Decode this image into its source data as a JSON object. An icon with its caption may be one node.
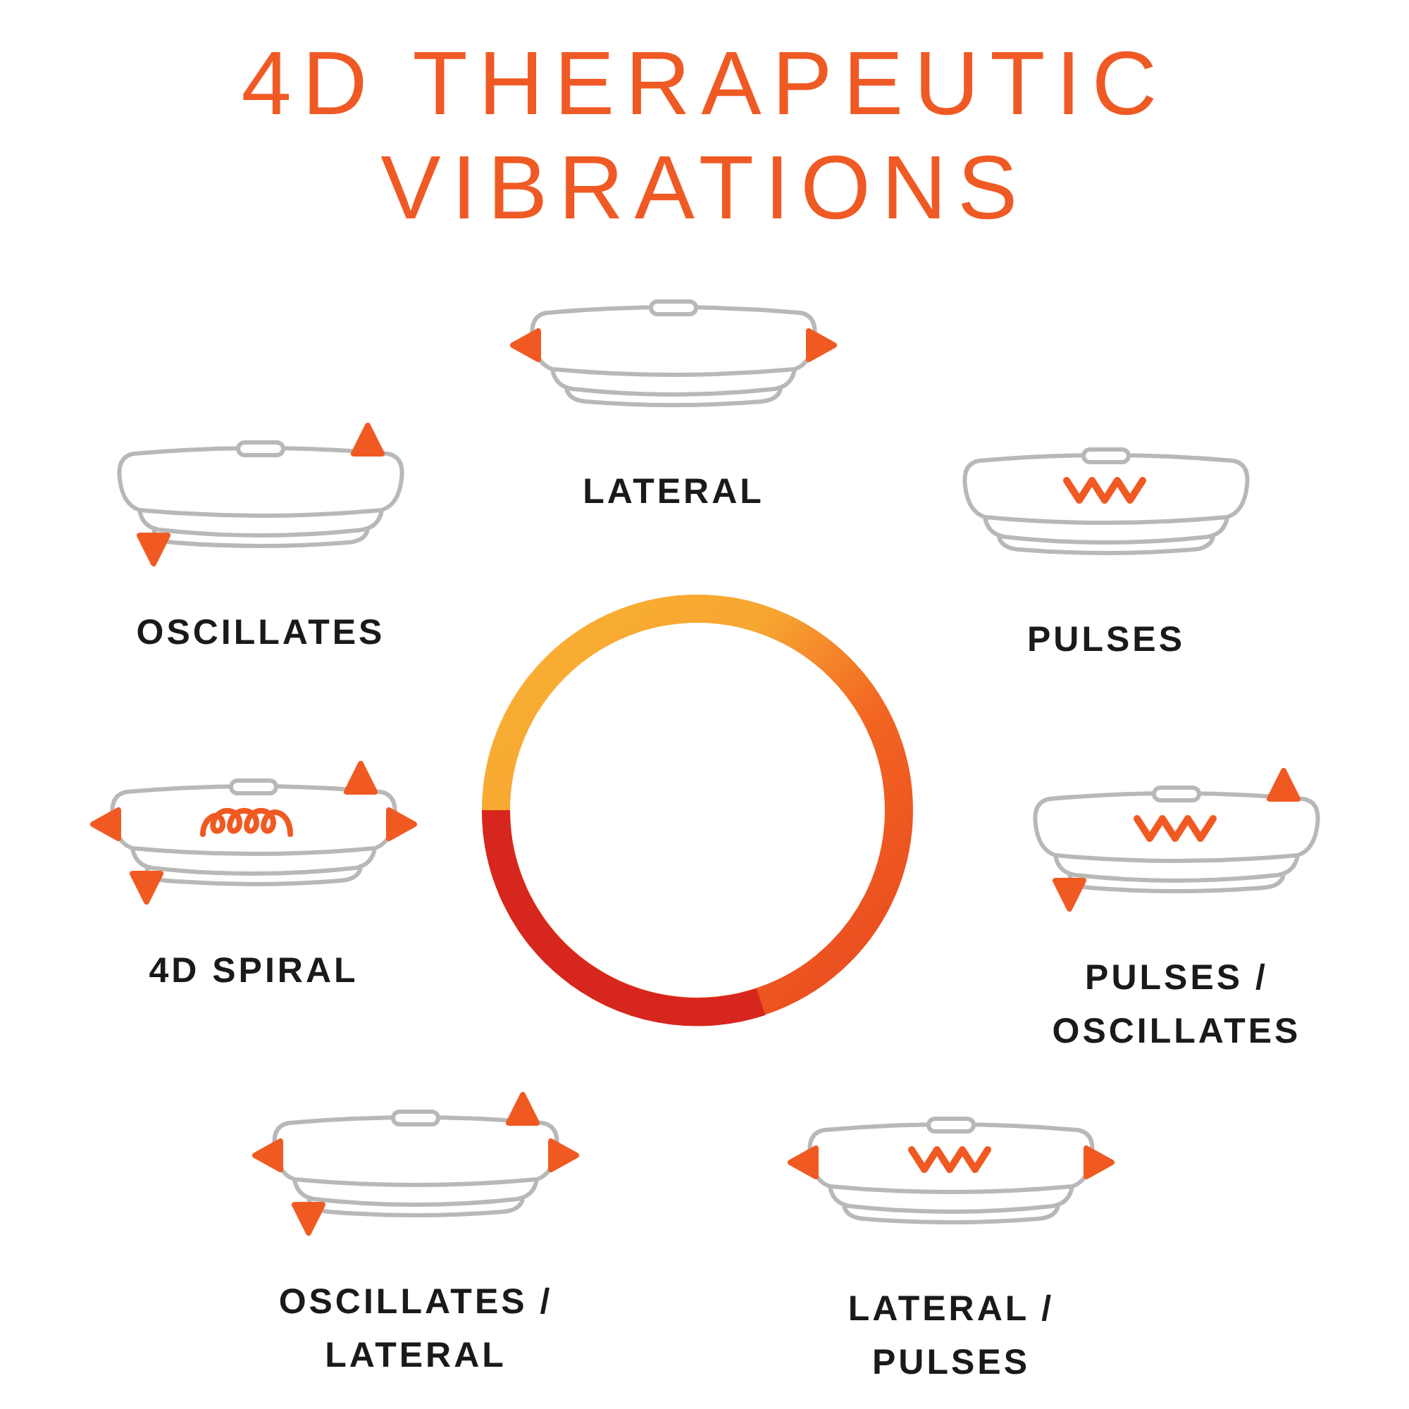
{
  "diagram": {
    "title": "4D THERAPEUTIC VIBRATIONS",
    "nodes": [
      {
        "text": [
          "LATERAL"
        ]
      },
      {
        "text": [
          "OSCILLATES"
        ]
      },
      {
        "text": [
          "PULSES"
        ]
      },
      {
        "text": [
          "4D SPIRAL"
        ]
      },
      {
        "text": [
          "PULSES / OSCILLATES"
        ]
      },
      {
        "text": [
          "OSCILLATES / LATERAL"
        ]
      },
      {
        "text": [
          "LATERAL / PULSES"
        ]
      }
    ]
  }
}
